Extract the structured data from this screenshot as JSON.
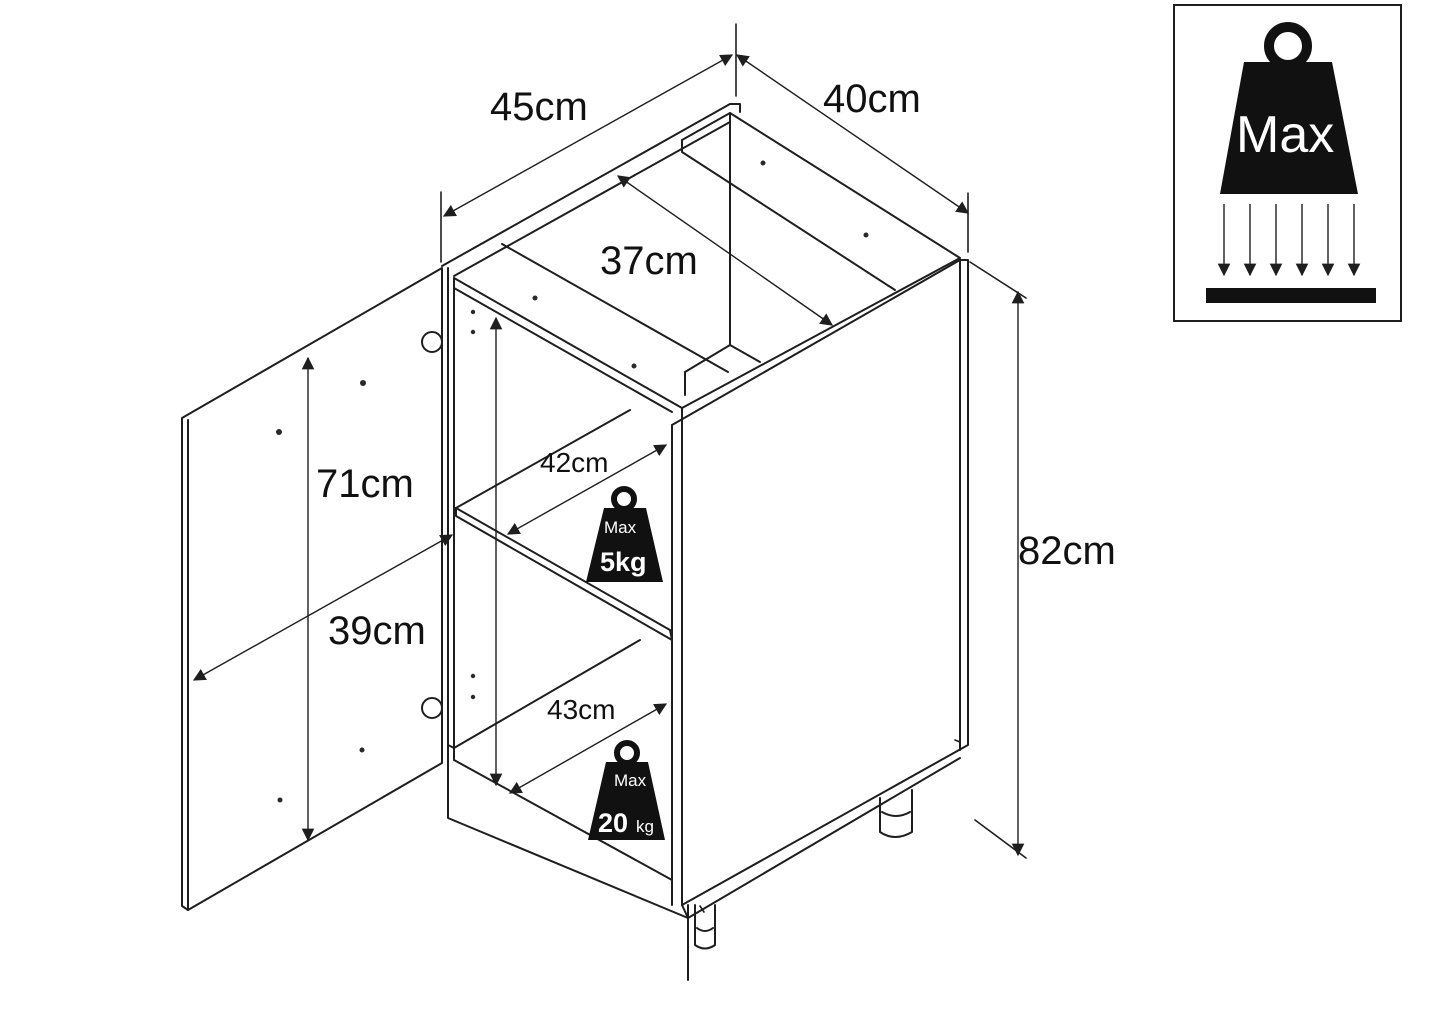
{
  "dimensions": {
    "width": "45cm",
    "depth": "40cm",
    "inner_width": "37cm",
    "shelf_depth": "42cm",
    "bottom_depth": "43cm",
    "door_height": "71cm",
    "door_width": "39cm",
    "total_height": "82cm"
  },
  "shelf_weight": {
    "label": "Max",
    "value": "5kg"
  },
  "bottom_weight": {
    "label": "Max",
    "value_number": "20",
    "value_unit": "kg"
  },
  "legend": {
    "label": "Max"
  },
  "colors": {
    "line": "#1e1e1e",
    "weight": "#111111",
    "background": "#ffffff"
  }
}
